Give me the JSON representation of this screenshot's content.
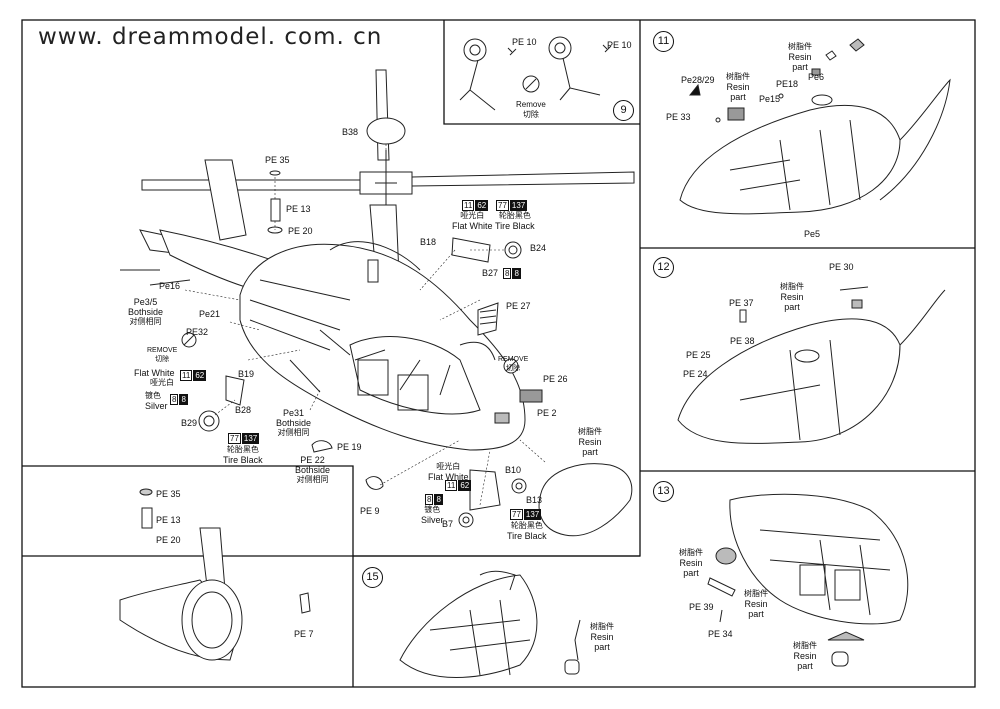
{
  "website": "www. dreammodel. com. cn",
  "steps": {
    "s9": "9",
    "s11": "11",
    "s12": "12",
    "s13": "13",
    "s15": "15"
  },
  "main": {
    "b38": "B38",
    "pe35": "PE 35",
    "pe13": "PE 13",
    "pe20": "PE 20",
    "pe16": "Pe16",
    "pe3_5": "Pe3/5",
    "bothside": "Bothside",
    "bothside_cn": "对侧相同",
    "pe21": "Pe21",
    "pe32": "PE32",
    "remove": "REMOVE",
    "remove_cn": "切除",
    "flat_white": "Flat White",
    "flat_white_cn": "哑光白",
    "b19": "B19",
    "silver_cn": "镀色",
    "silver": "Silver",
    "b28": "B28",
    "b29": "B29",
    "tire_cn": "轮胎黑色",
    "tire_black": "Tire Black",
    "pe31": "Pe31",
    "pe19": "PE 19",
    "pe22": "PE 22",
    "pe9": "PE 9",
    "b18": "B18",
    "b27": "B27",
    "b24": "B24",
    "pe27": "PE 27",
    "pe26": "PE 26",
    "pe2": "PE 2",
    "b10": "B10",
    "b13": "B13",
    "b7": "B7",
    "resin_cn": "树脂件",
    "resin": "Resin",
    "part": "part"
  },
  "paints": {
    "fw_code": "11",
    "fw_num": "62",
    "tb_code": "77",
    "tb_num": "137",
    "sv_code": "8",
    "sv_num": "8"
  },
  "step9": {
    "pe10a": "PE 10",
    "pe10b": "PE 10",
    "remove": "Remove",
    "remove_cn": "切除"
  },
  "step11": {
    "pe28_29": "Pe28/29",
    "pe33": "PE 33",
    "pe15": "Pe15",
    "pe18": "PE18",
    "pe6": "Pe6",
    "pe5": "Pe5"
  },
  "step12": {
    "pe30": "PE 30",
    "pe37": "PE 37",
    "pe38": "PE 38",
    "pe25": "PE 25",
    "pe24": "PE 24"
  },
  "step13": {
    "pe39": "PE 39",
    "pe34": "PE 34"
  },
  "detail": {
    "pe35": "PE 35",
    "pe13": "PE 13",
    "pe20": "PE 20",
    "pe7": "PE 7"
  }
}
